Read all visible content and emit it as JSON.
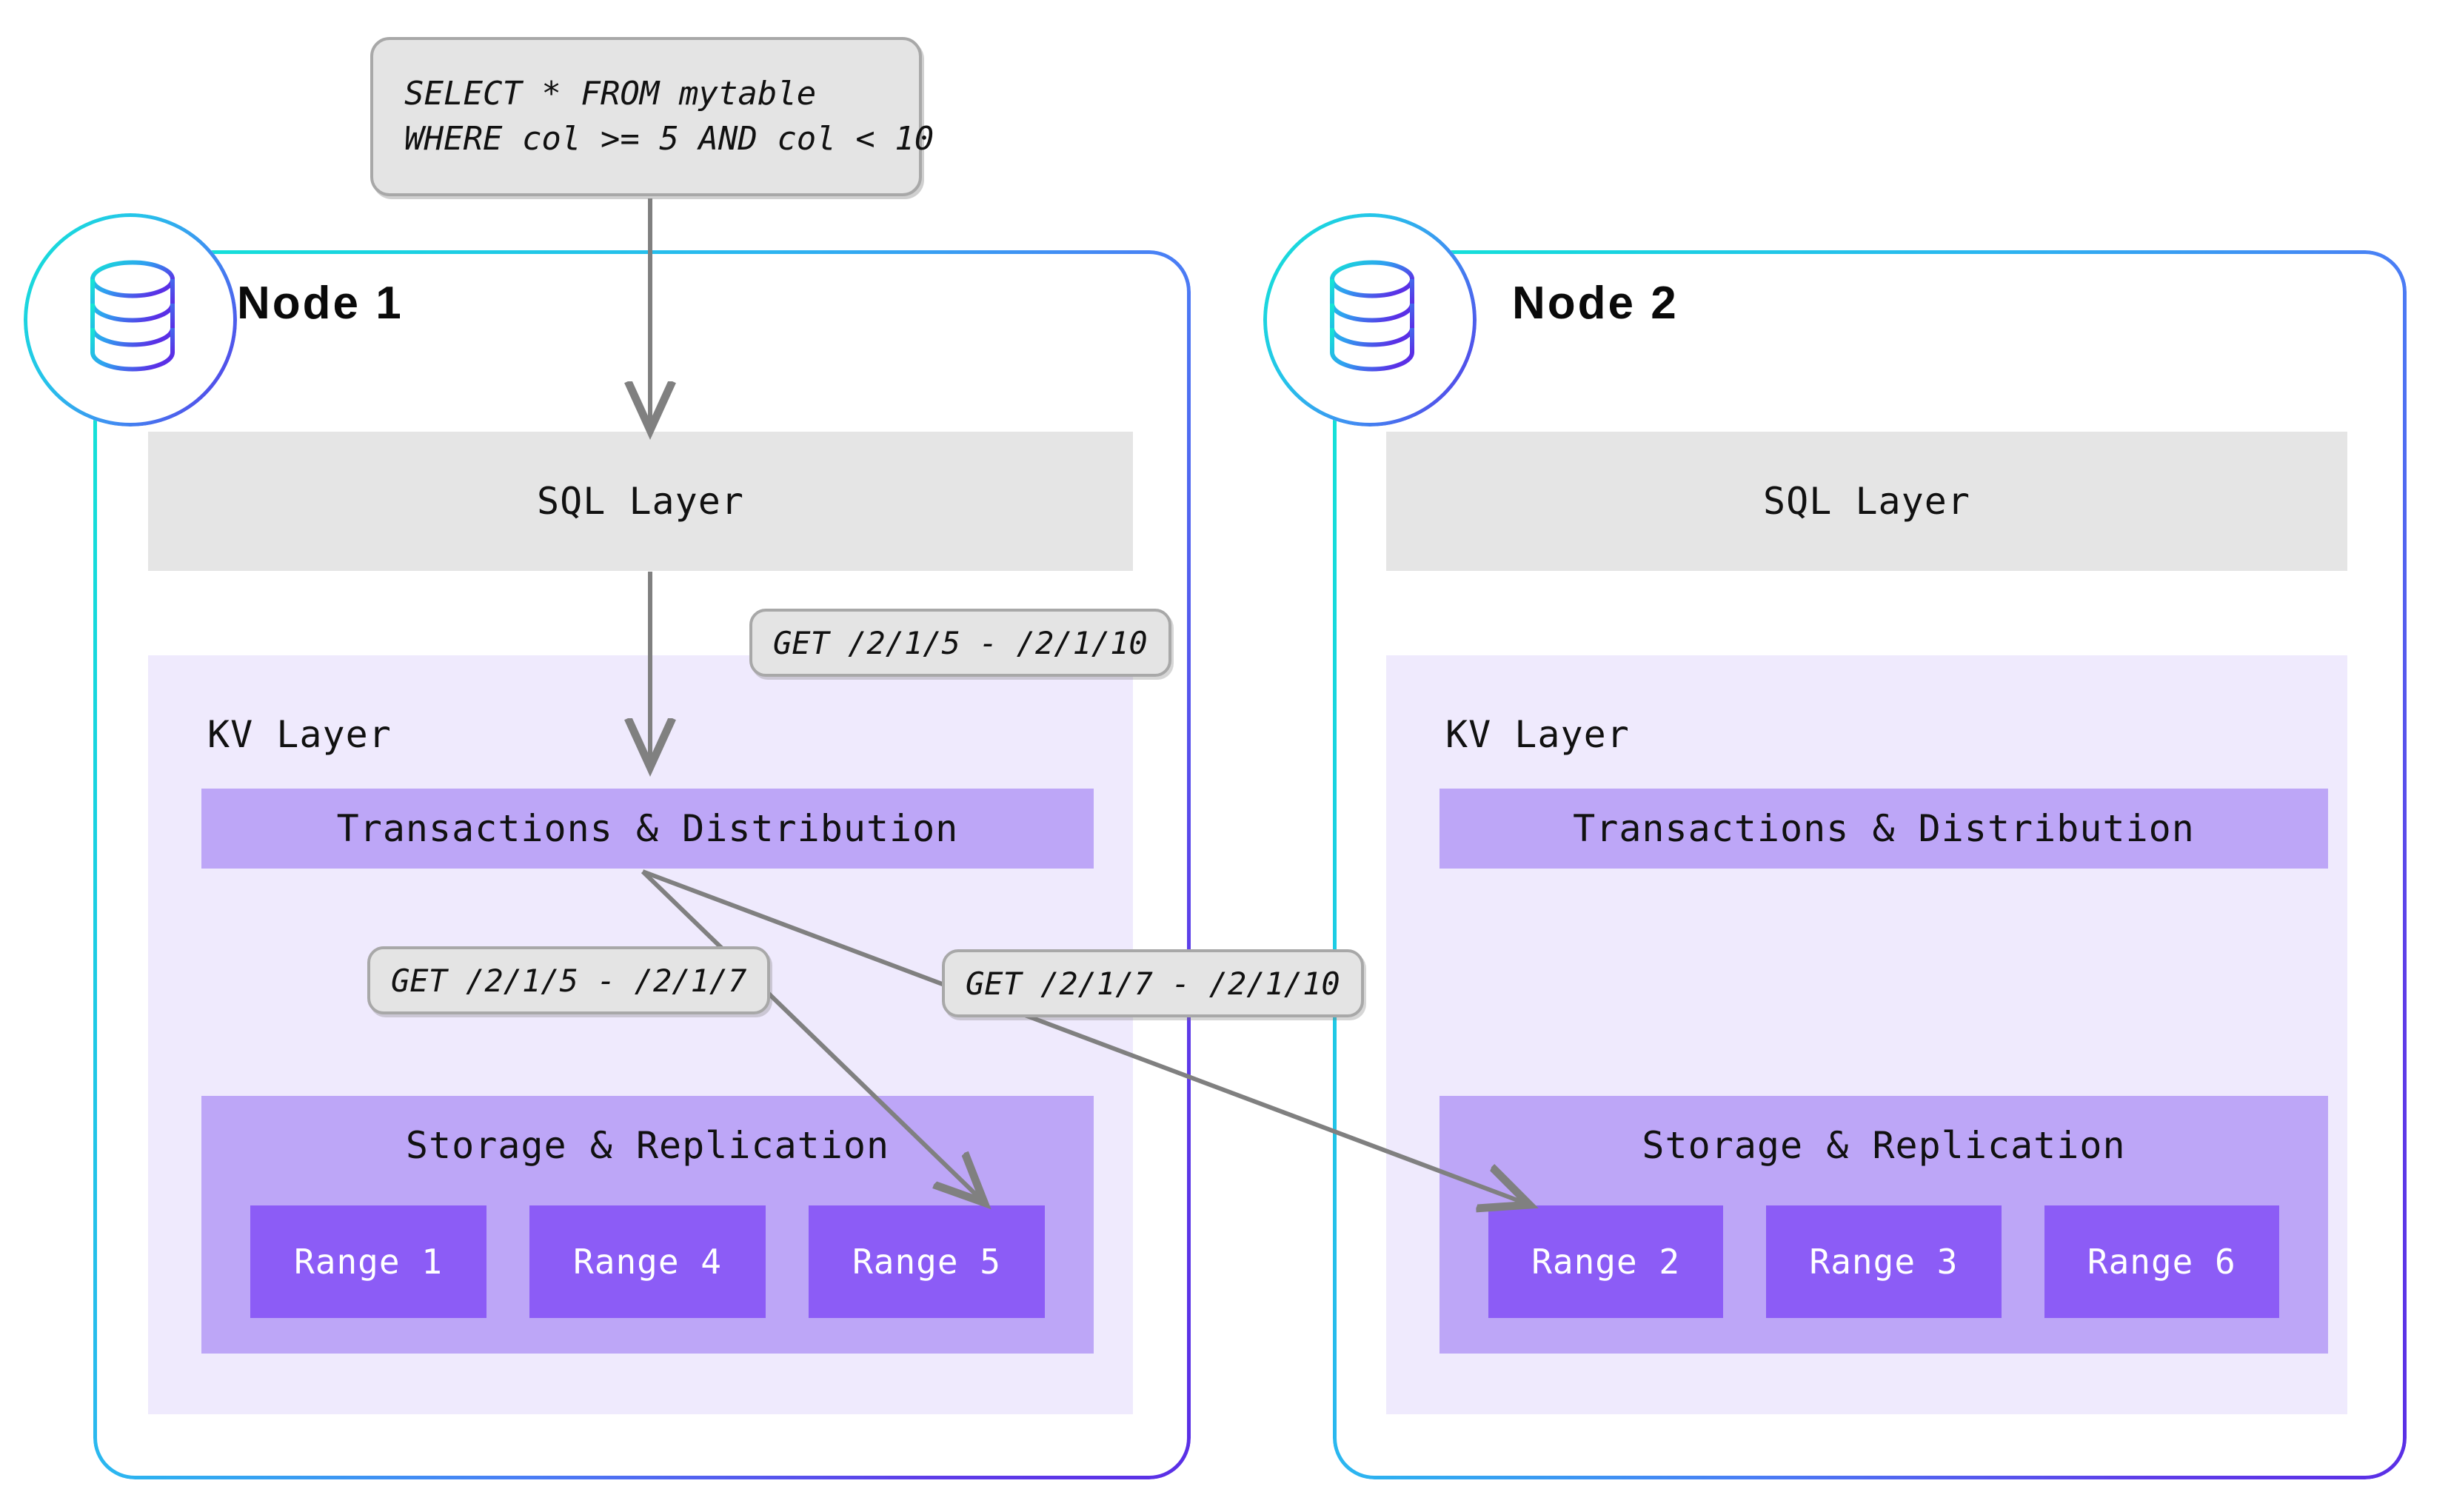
{
  "query_callout": {
    "name": "sql-query",
    "lines": [
      "SELECT * FROM mytable",
      "WHERE col >= 5 AND col < 10"
    ]
  },
  "nodes": [
    {
      "id": "node1",
      "title": "Node 1",
      "icon": "database-icon",
      "sql_layer": {
        "label": "SQL Layer"
      },
      "kv_layer": {
        "label": "KV Layer",
        "transactions": {
          "label": "Transactions & Distribution"
        },
        "storage": {
          "label": "Storage & Replication",
          "ranges": [
            {
              "label": "Range 1"
            },
            {
              "label": "Range 4"
            },
            {
              "label": "Range 5"
            }
          ]
        }
      }
    },
    {
      "id": "node2",
      "title": "Node 2",
      "icon": "database-icon",
      "sql_layer": {
        "label": "SQL Layer"
      },
      "kv_layer": {
        "label": "KV Layer",
        "transactions": {
          "label": "Transactions & Distribution"
        },
        "storage": {
          "label": "Storage & Replication",
          "ranges": [
            {
              "label": "Range 2"
            },
            {
              "label": "Range 3"
            },
            {
              "label": "Range 6"
            }
          ]
        }
      }
    }
  ],
  "get_callouts": {
    "sql_to_kv": "GET /2/1/5 - /2/1/10",
    "kv_to_local_range": "GET /2/1/5 - /2/1/7",
    "kv_to_remote_range": "GET /2/1/7 - /2/1/10"
  },
  "colors": {
    "gradient_start": "#13e6d4",
    "gradient_end": "#5a2fe6",
    "sql_layer_bg": "#e5e5e5",
    "kv_layer_bg": "#efeafd",
    "band_bg": "#bda6f7",
    "range_bg": "#8c5cf6",
    "callout_bg": "#e4e4e4",
    "callout_border": "#a8a8a8",
    "arrow": "#808080",
    "text": "#111111"
  }
}
